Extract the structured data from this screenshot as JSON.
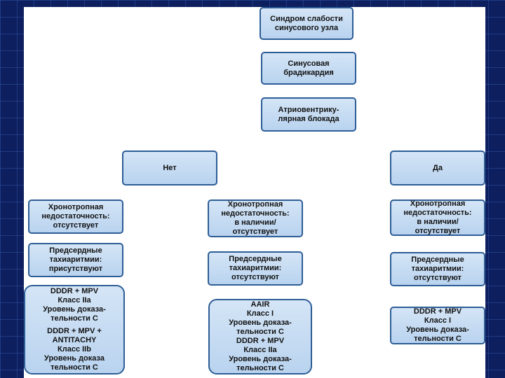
{
  "diagram": {
    "root": "Синдром слабости\nсинусового узла",
    "brady": "Синусовая\nбрадикардия",
    "av": "Атриовентрику-\nлярная блокада",
    "no": "Нет",
    "yes": "Да",
    "left": {
      "chrono": "Хронотропная\nнедостаточность:\nотсутствует",
      "tachy": "Предсердные\nтахиаритмии:\nприсутствуют",
      "rec1": "DDDR + MPV\nКласс IIa\nУровень доказа-\nтельности C",
      "rec2": "DDDR + MPV +\nANTITACHY\nКласс IIb\nУровень доказа\nтельности C"
    },
    "mid": {
      "chrono": "Хронотропная\nнедостаточность:\nв наличии/\nотсутствует",
      "tachy": "Предсердные\nтахиаритмии:\nотсутствуют",
      "rec1": "AAIR\nКласс I\nУровень доказа-\nтельности C",
      "rec2": "DDDR + MPV\nКласс IIa\nУровень доказа-\nтельности C"
    },
    "right": {
      "chrono": "Хронотропная\nнедостаточность:\nв наличии/\nотсутствует",
      "tachy": "Предсердные\nтахиаритмии:\nотсутствуют",
      "rec1": "DDDR + MPV\nКласс I\nУровень доказа-\nтельности C"
    }
  },
  "colors": {
    "box_fill": "#c7dcf3",
    "box_border": "#2d5d96",
    "connector": "#2d5d96",
    "background": "#0d1f5e"
  }
}
